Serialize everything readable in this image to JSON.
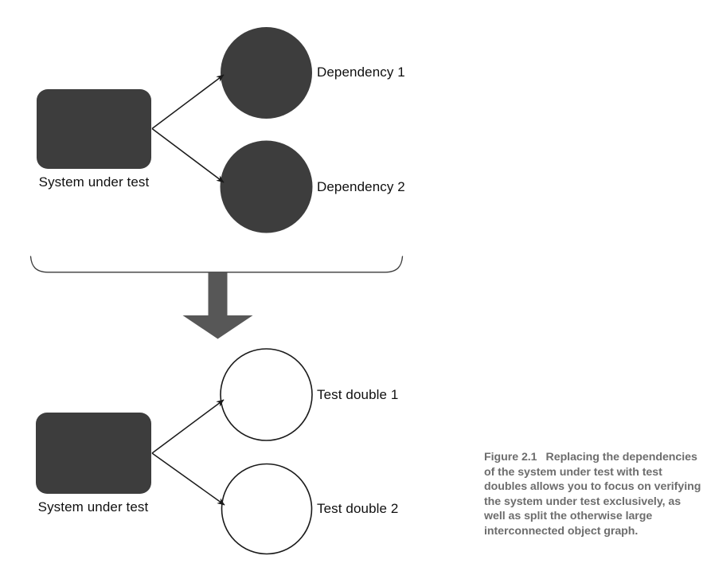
{
  "figure": {
    "caption_label": "Figure 2.1",
    "caption_text": "Replacing the dependencies of the system under test with test doubles allows you to focus on verifying the system under test exclusively, as well as split the otherwise large interconnected object graph."
  },
  "colors": {
    "filled_shape": "#3d3d3d",
    "block_arrow": "#575757",
    "stroke": "#1a1a1a",
    "caption_text": "#6d6d6d",
    "label_text": "#101010",
    "background": "#ffffff"
  },
  "top_diagram": {
    "system_label": "System under test",
    "dependencies": [
      {
        "label": "Dependency 1"
      },
      {
        "label": "Dependency 2"
      }
    ]
  },
  "bottom_diagram": {
    "system_label": "System under test",
    "test_doubles": [
      {
        "label": "Test double 1"
      },
      {
        "label": "Test double 2"
      }
    ]
  },
  "transform_arrow": {
    "icon": "down-block-arrow-icon"
  },
  "brace": {
    "icon": "horizontal-brace-icon"
  }
}
